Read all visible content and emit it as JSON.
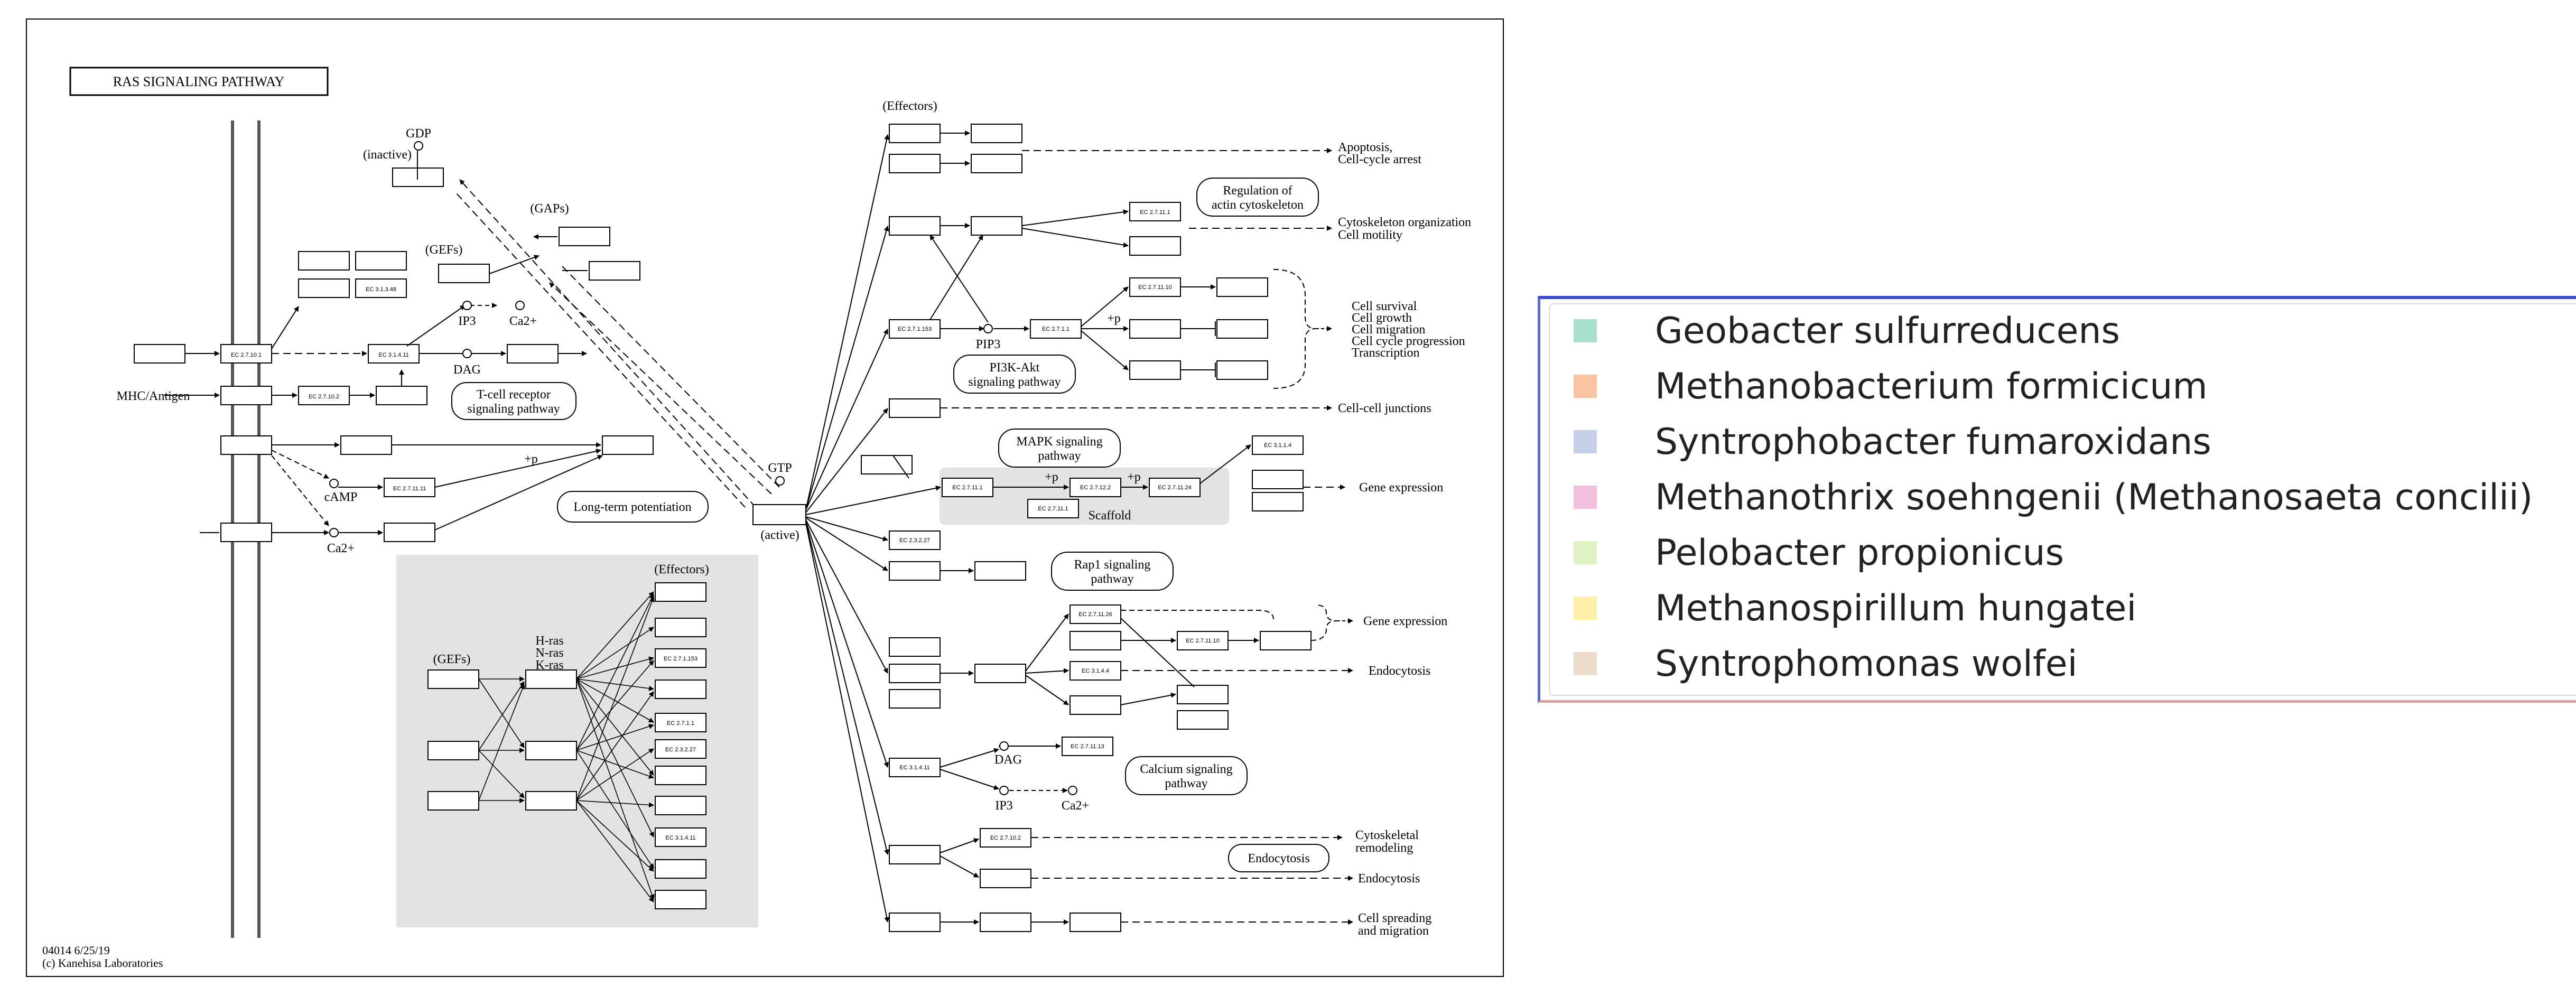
{
  "diagram": {
    "title": "RAS SIGNALING PATHWAY",
    "footer_id": "04014 6/25/19",
    "footer_copyright": "(c) Kanehisa Laboratories",
    "labels": {
      "gdp": "GDP",
      "inactive": "(inactive)",
      "gaps": "(GAPs)",
      "gefs": "(GEFs)",
      "ip3": "IP3",
      "ca2": "Ca2+",
      "dag": "DAG",
      "mhc_antigen": "MHC/Antigen",
      "tcell_1": "T-cell receptor",
      "tcell_2": "signaling pathway",
      "camp": "cAMP",
      "p": "+p",
      "ltp": "Long-term potentiation",
      "gtp": "GTP",
      "active": "(active)",
      "effectors": "(Effectors)",
      "hras": "H-ras",
      "nras": "N-ras",
      "kras": "K-ras",
      "pip3": "PIP3",
      "pi3k_1": "PI3K-Akt",
      "pi3k_2": "signaling pathway",
      "mapk_1": "MAPK signaling",
      "mapk_2": "pathway",
      "scaffold": "Scaffold",
      "rap1_1": "Rap1 signaling",
      "rap1_2": "pathway",
      "calcium_1": "Calcium signaling",
      "calcium_2": "pathway",
      "endocytosis_box": "Endocytosis",
      "reg_actin_1": "Regulation of",
      "reg_actin_2": "actin cytoskeleton",
      "out_apoptosis_1": "Apoptosis,",
      "out_apoptosis_2": "Cell-cycle arrest",
      "out_cyto_1": "Cytoskeleton organization",
      "out_cyto_2": "Cell motility",
      "out_survival_1": "Cell survival",
      "out_survival_2": "Cell growth",
      "out_survival_3": "Cell migration",
      "out_survival_4": "Cell cycle progression",
      "out_survival_5": "Transcription",
      "out_junctions": "Cell-cell junctions",
      "out_gene_expr": "Gene expression",
      "out_endocytosis": "Endocytosis",
      "out_cytoskeletal_1": "Cytoskeletal",
      "out_cytoskeletal_2": "remodeling",
      "out_spreading_1": "Cell spreading",
      "out_spreading_2": "and migration"
    },
    "ec_labels": {
      "ec_27101": "EC 2.7.10.1",
      "ec_31348": "EC 3.1.3.48",
      "ec_314411": "EC 3.1.4.11",
      "ec_271012": "EC 2.7.10.2",
      "ec_271111": "EC 2.7.11.11",
      "ec_2711": "EC 2.7.11.1",
      "ec_271153": "EC 2.7.1.153",
      "ec_27111": "EC 2.7.1.1",
      "ec_271110": "EC 2.7.11.10",
      "ec_271124": "EC 2.7.11.24",
      "ec_27122": "EC 2.7.12.2",
      "ec_3116": "EC 3.1.1.4",
      "ec_23227": "EC 2.3.2.27",
      "ec_271126": "EC 2.7.11.26",
      "ec_3144": "EC 3.1.4.4",
      "ec_271113": "EC 2.7.11.13",
      "ec_27102": "EC 2.7.10.2"
    }
  },
  "legend": {
    "items": [
      {
        "label": "Geobacter sulfurreducens",
        "color": "#a9e0cd"
      },
      {
        "label": "Methanobacterium formicicum",
        "color": "#f8c4a4"
      },
      {
        "label": "Syntrophobacter fumaroxidans",
        "color": "#c5cfe8"
      },
      {
        "label": "Methanothrix soehngenii (Methanosaeta concilii)",
        "color": "#f2c0de"
      },
      {
        "label": "Pelobacter propionicus",
        "color": "#dff2c4"
      },
      {
        "label": "Methanospirillum hungatei",
        "color": "#fff0a8"
      },
      {
        "label": "Syntrophomonas wolfei",
        "color": "#eedccb"
      }
    ]
  }
}
